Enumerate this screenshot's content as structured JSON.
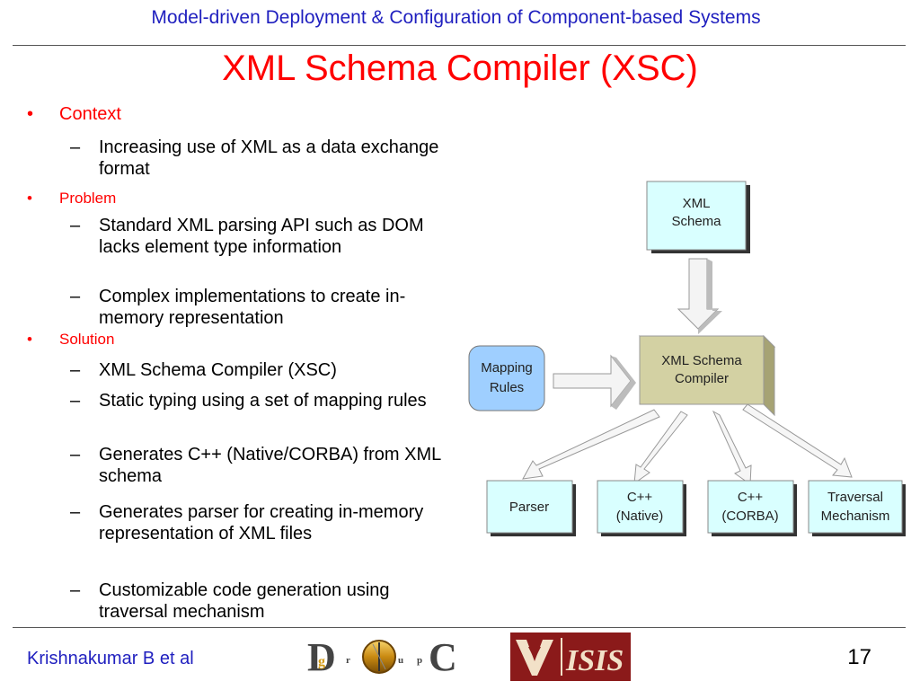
{
  "header": {
    "title": "Model-driven Deployment & Configuration of Component-based Systems"
  },
  "slide": {
    "title": "XML Schema Compiler (XSC)",
    "bullet_glyph": "•",
    "dash_glyph": "–",
    "sections": [
      {
        "heading": "Context",
        "items": [
          "Increasing use of XML as a data exchange format"
        ]
      },
      {
        "heading": "Problem",
        "items": [
          "Standard XML parsing API such as DOM lacks element type information",
          "Complex implementations to create in-memory representation"
        ]
      },
      {
        "heading": "Solution",
        "items": [
          "XML Schema Compiler (XSC)",
          "Static typing using a set of mapping rules",
          "Generates C++ (Native/CORBA) from XML schema",
          "Generates parser for creating in-memory representation of XML files",
          "Customizable code generation using traversal mechanism"
        ]
      }
    ]
  },
  "diagram": {
    "schema_line1": "XML",
    "schema_line2": "Schema",
    "compiler_line1": "XML Schema",
    "compiler_line2": "Compiler",
    "rules_line1": "Mapping",
    "rules_line2": "Rules",
    "parser": "Parser",
    "native_line1": "C++",
    "native_line2": "(Native)",
    "corba_line1": "C++",
    "corba_line2": "(CORBA)",
    "traversal_line1": "Traversal",
    "traversal_line2": "Mechanism",
    "colors": {
      "box": "#d9ffff",
      "compiler": "#d3d1a3",
      "rules": "#9fcfff",
      "shadow": "#333333"
    }
  },
  "footer": {
    "author": "Krishnakumar B et al",
    "page": "17"
  },
  "logos": {
    "doc": {
      "big1": "D",
      "small1": "g",
      "small2": "r",
      "big2": "O",
      "small3": "u",
      "small4": "p",
      "big3": "C"
    },
    "isis": {
      "text": "ISIS"
    }
  }
}
